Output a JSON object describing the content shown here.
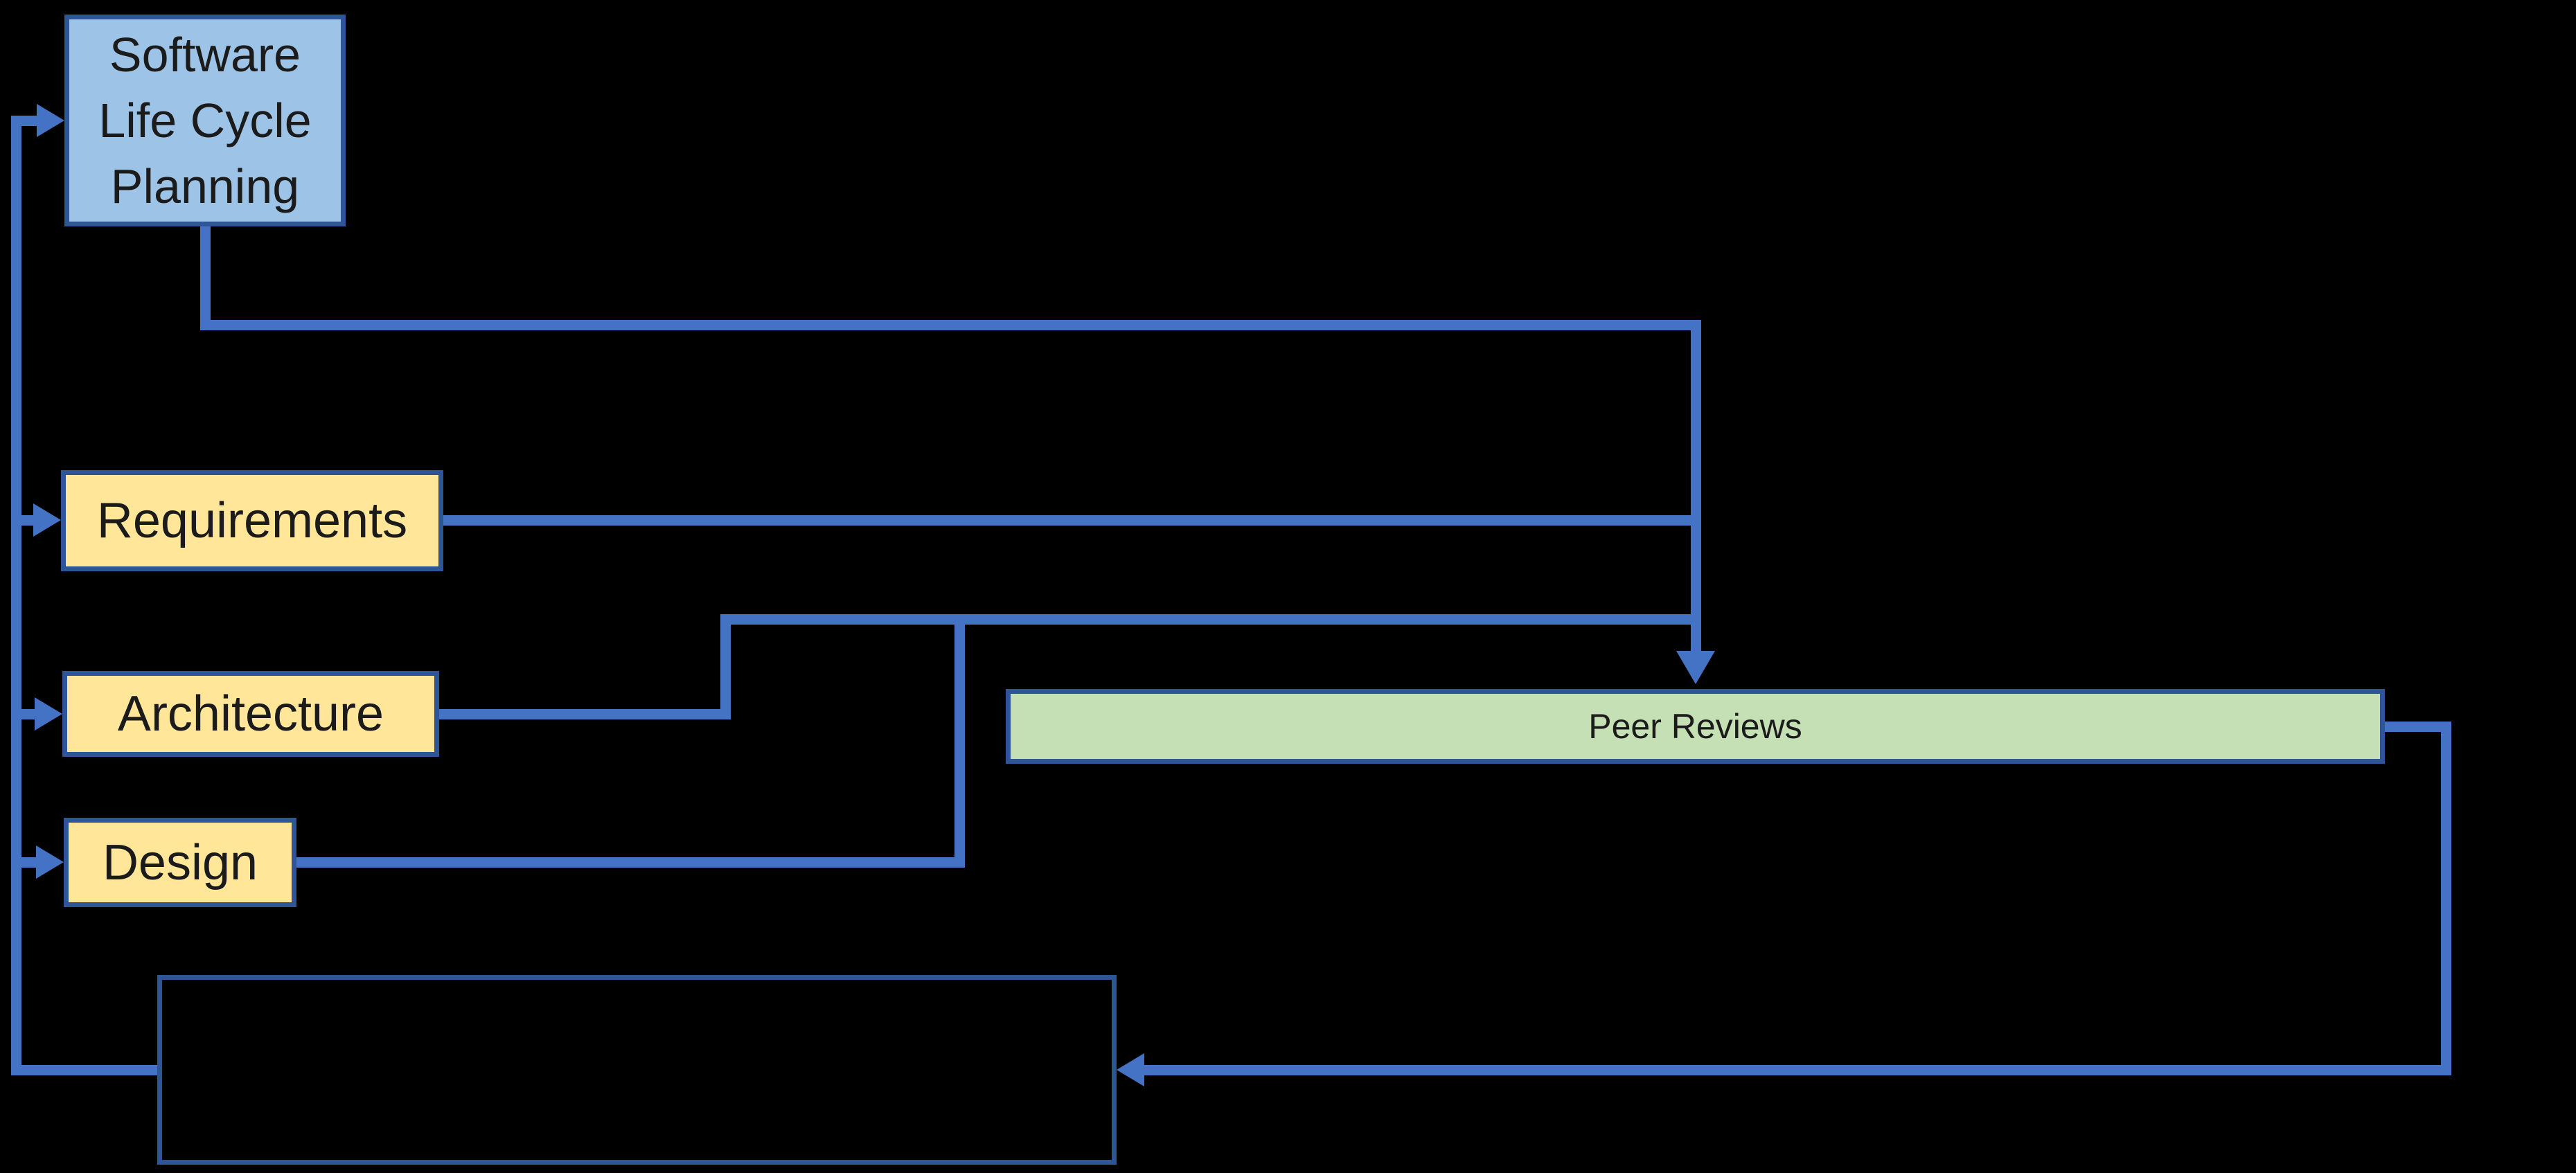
{
  "diagram": {
    "type": "flowchart",
    "background_color": "#000000",
    "colors": {
      "connector": "#4472C4",
      "box_border": "#2E5597",
      "label_text": "#1b1b1b",
      "planning_fill": "#9DC3E6",
      "phase_fill": "#FFE699",
      "review_fill": "#C5E0B4",
      "feedback_fill": "transparent"
    },
    "nodes": {
      "planning": {
        "lines": [
          "Software",
          "Life Cycle",
          "Planning"
        ]
      },
      "requirements": {
        "label": "Requirements"
      },
      "architecture": {
        "label": "Architecture"
      },
      "design": {
        "label": "Design"
      },
      "peer_reviews": {
        "label": "Peer Reviews"
      },
      "feedback_box": {
        "label": ""
      }
    },
    "edges": [
      {
        "from": "planning",
        "to": "peer_reviews"
      },
      {
        "from": "requirements",
        "to": "peer_reviews"
      },
      {
        "from": "architecture",
        "to": "peer_reviews"
      },
      {
        "from": "design",
        "to": "peer_reviews"
      },
      {
        "from": "peer_reviews",
        "to": "feedback_box"
      },
      {
        "from": "feedback_box",
        "to": "planning"
      },
      {
        "from": "feedback_box",
        "to": "requirements"
      },
      {
        "from": "feedback_box",
        "to": "architecture"
      },
      {
        "from": "feedback_box",
        "to": "design"
      }
    ]
  }
}
